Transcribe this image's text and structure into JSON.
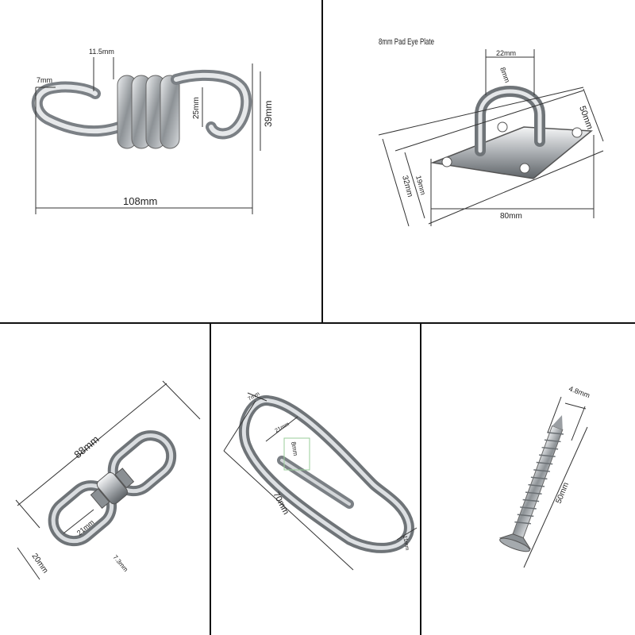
{
  "panels": {
    "spring": {
      "labels": {
        "hook_gap": "7mm",
        "wire": "11.5mm",
        "inner": "25mm",
        "height": "39mm",
        "length": "108mm"
      }
    },
    "pad_eye_plate": {
      "title": "8mm Pad Eye Plate",
      "labels": {
        "eye_width": "22mm",
        "wire": "8mm",
        "width": "50mm",
        "diag_outer": "32mm",
        "diag_inner": "19mm",
        "length": "80mm"
      }
    },
    "swivel": {
      "labels": {
        "length": "88mm",
        "inner": "21mm",
        "width": "20mm",
        "wire": "7.3mm"
      }
    },
    "carabiner": {
      "labels": {
        "wire": "7mm",
        "opening": "21mm",
        "gate": "8mm",
        "length": "70mm",
        "end": "11mm"
      }
    },
    "screw": {
      "labels": {
        "diameter": "4.8mm",
        "length": "50mm"
      }
    }
  },
  "colors": {
    "divider": "#111111",
    "metal_light": "#e8eaec",
    "metal_dark": "#6f7478",
    "dimension": "#333333"
  }
}
